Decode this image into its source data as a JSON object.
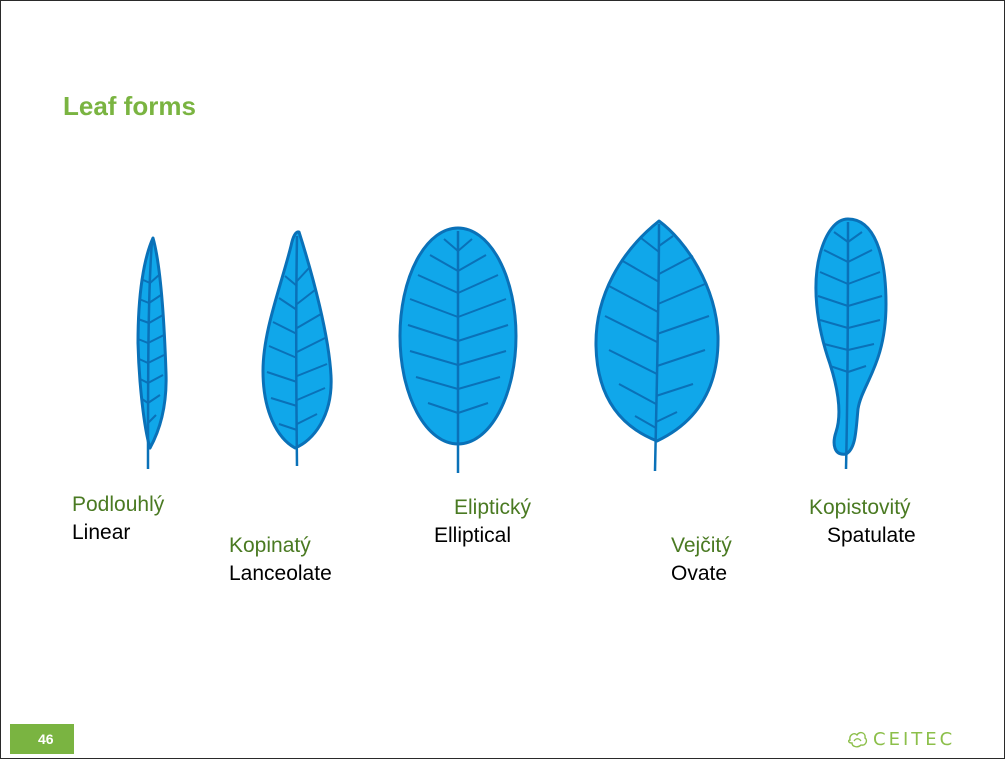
{
  "slide": {
    "title": "Leaf forms",
    "page_number": "46",
    "logo_text": "CEITEC"
  },
  "leaves": [
    {
      "czech": "Podlouhlý",
      "english": "Linear"
    },
    {
      "czech": "Kopinatý",
      "english": "Lanceolate"
    },
    {
      "czech": "Eliptický",
      "english": "Elliptical"
    },
    {
      "czech": "Vejčitý",
      "english": "Ovate"
    },
    {
      "czech": "Kopistovitý",
      "english": "Spatulate"
    }
  ],
  "colors": {
    "leaf_fill": "#10a7ea",
    "leaf_outline": "#0a71b8",
    "title_green": "#7ab441",
    "czech_label_green": "#4a7a22",
    "page_badge_green": "#7ab441"
  }
}
